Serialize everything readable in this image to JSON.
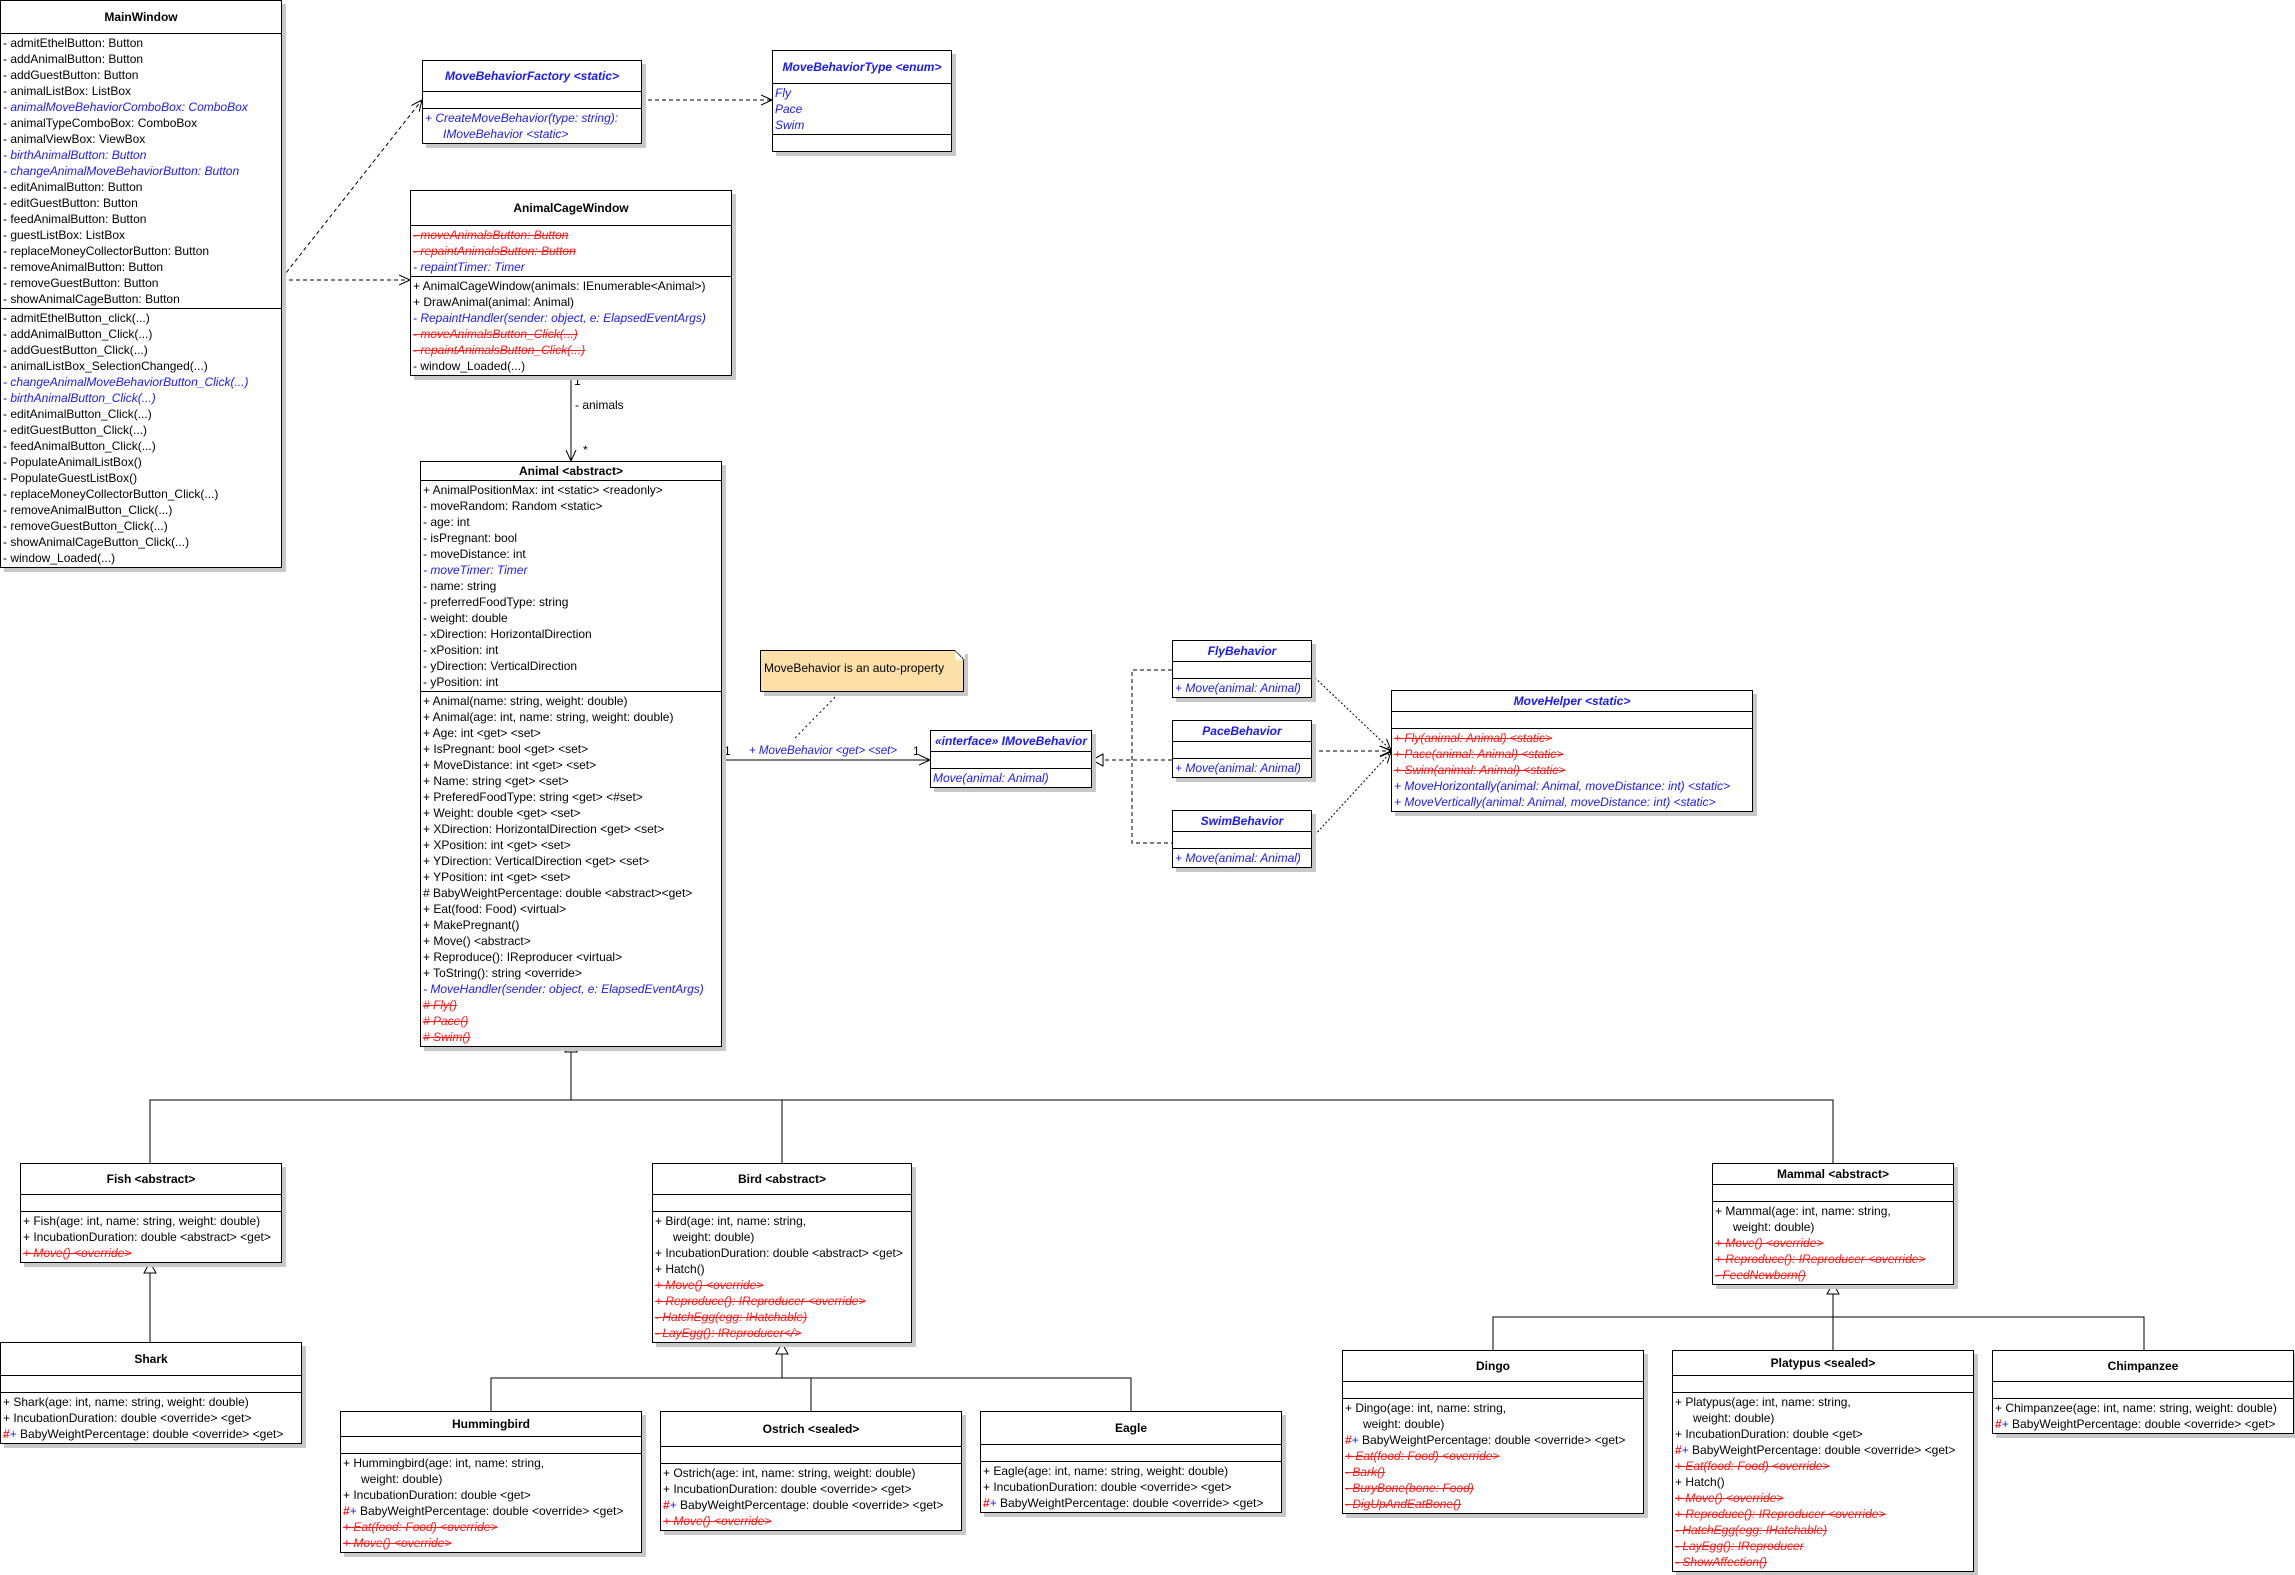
{
  "classes": {
    "main_window": {
      "title": "MainWindow",
      "fields": [
        {
          "t": "- admitEthelButton: Button",
          "s": "n"
        },
        {
          "t": "- addAnimalButton: Button",
          "s": "n"
        },
        {
          "t": "- addGuestButton: Button",
          "s": "n"
        },
        {
          "t": "- animalListBox: ListBox",
          "s": "n"
        },
        {
          "t": "- animalMoveBehaviorComboBox: ComboBox",
          "s": "b"
        },
        {
          "t": "- animalTypeComboBox: ComboBox",
          "s": "n"
        },
        {
          "t": "- animalViewBox: ViewBox",
          "s": "n"
        },
        {
          "t": "- birthAnimalButton: Button",
          "s": "b"
        },
        {
          "t": "- changeAnimalMoveBehaviorButton: Button",
          "s": "b"
        },
        {
          "t": "- editAnimalButton: Button",
          "s": "n"
        },
        {
          "t": "- editGuestButton: Button",
          "s": "n"
        },
        {
          "t": "- feedAnimalButton: Button",
          "s": "n"
        },
        {
          "t": "- guestListBox: ListBox",
          "s": "n"
        },
        {
          "t": "- replaceMoneyCollectorButton: Button",
          "s": "n"
        },
        {
          "t": "- removeAnimalButton: Button",
          "s": "n"
        },
        {
          "t": "- removeGuestButton: Button",
          "s": "n"
        },
        {
          "t": "- showAnimalCageButton: Button",
          "s": "n"
        }
      ],
      "methods": [
        {
          "t": "- admitEthelButton_click(...)",
          "s": "n"
        },
        {
          "t": "- addAnimalButton_Click(...)",
          "s": "n"
        },
        {
          "t": "- addGuestButton_Click(...)",
          "s": "n"
        },
        {
          "t": "- animalListBox_SelectionChanged(...)",
          "s": "n"
        },
        {
          "t": "- changeAnimalMoveBehaviorButton_Click(...)",
          "s": "b"
        },
        {
          "t": "- birthAnimalButton_Click(...)",
          "s": "b"
        },
        {
          "t": "- editAnimalButton_Click(...)",
          "s": "n"
        },
        {
          "t": "- editGuestButton_Click(...)",
          "s": "n"
        },
        {
          "t": "- feedAnimalButton_Click(...)",
          "s": "n"
        },
        {
          "t": "- PopulateAnimalListBox()",
          "s": "n"
        },
        {
          "t": "- PopulateGuestListBox()",
          "s": "n"
        },
        {
          "t": "- replaceMoneyCollectorButton_Click(...)",
          "s": "n"
        },
        {
          "t": "- removeAnimalButton_Click(...)",
          "s": "n"
        },
        {
          "t": "- removeGuestButton_Click(...)",
          "s": "n"
        },
        {
          "t": "- showAnimalCageButton_Click(...)",
          "s": "n"
        },
        {
          "t": "- window_Loaded(...)",
          "s": "n"
        }
      ]
    },
    "move_behavior_factory": {
      "title": "MoveBehaviorFactory <static>",
      "fields": [],
      "methods": [
        {
          "t": "+ CreateMoveBehavior(type: string):",
          "s": "b"
        },
        {
          "t": "IMoveBehavior <static>",
          "s": "b",
          "c": true
        }
      ]
    },
    "move_behavior_type": {
      "title": "MoveBehaviorType <enum>",
      "fields": [
        {
          "t": "Fly",
          "s": "b"
        },
        {
          "t": "Pace",
          "s": "b"
        },
        {
          "t": "Swim",
          "s": "b"
        }
      ],
      "methods": []
    },
    "animal_cage_window": {
      "title": "AnimalCageWindow",
      "fields": [
        {
          "t": "- moveAnimalsButton: Button",
          "s": "d"
        },
        {
          "t": "- repaintAnimalsButton: Button",
          "s": "d"
        },
        {
          "t": "- repaintTimer: Timer",
          "s": "b"
        }
      ],
      "methods": [
        {
          "t": "+ AnimalCageWindow(animals: IEnumerable<Animal>)",
          "s": "n"
        },
        {
          "t": "+ DrawAnimal(animal: Animal)",
          "s": "n"
        },
        {
          "t": "- RepaintHandler(sender: object, e: ElapsedEventArgs)",
          "s": "b"
        },
        {
          "t": "- moveAnimalsButton_Click(...)",
          "s": "d"
        },
        {
          "t": "- repaintAnimalsButton_Click(...)",
          "s": "d"
        },
        {
          "t": "- window_Loaded(...)",
          "s": "n"
        }
      ]
    },
    "animal": {
      "title": "Animal <abstract>",
      "fields": [
        {
          "t": "+ AnimalPositionMax: int <static> <readonly>",
          "s": "n"
        },
        {
          "t": "- moveRandom: Random <static>",
          "s": "n"
        },
        {
          "t": "- age: int",
          "s": "n"
        },
        {
          "t": "- isPregnant: bool",
          "s": "n"
        },
        {
          "t": "- moveDistance: int",
          "s": "n"
        },
        {
          "t": "- moveTimer: Timer",
          "s": "b"
        },
        {
          "t": "- name: string",
          "s": "n"
        },
        {
          "t": "- preferredFoodType: string",
          "s": "n"
        },
        {
          "t": "- weight: double",
          "s": "n"
        },
        {
          "t": "- xDirection: HorizontalDirection",
          "s": "n"
        },
        {
          "t": "- xPosition: int",
          "s": "n"
        },
        {
          "t": "- yDirection: VerticalDirection",
          "s": "n"
        },
        {
          "t": "- yPosition: int",
          "s": "n"
        }
      ],
      "methods": [
        {
          "t": "+ Animal(name: string, weight: double)",
          "s": "n"
        },
        {
          "t": "+ Animal(age: int, name: string, weight: double)",
          "s": "n"
        },
        {
          "t": "+ Age: int <get> <set>",
          "s": "n"
        },
        {
          "t": "+ IsPregnant: bool <get> <set>",
          "s": "n"
        },
        {
          "t": "+ MoveDistance: int <get> <set>",
          "s": "n"
        },
        {
          "t": "+ Name: string <get> <set>",
          "s": "n"
        },
        {
          "t": "+ PreferedFoodType: string <get> <#set>",
          "s": "n"
        },
        {
          "t": "+ Weight: double <get> <set>",
          "s": "n"
        },
        {
          "t": "+ XDirection: HorizontalDirection <get> <set>",
          "s": "n"
        },
        {
          "t": "+ XPosition: int <get> <set>",
          "s": "n"
        },
        {
          "t": "+ YDirection: VerticalDirection <get> <set>",
          "s": "n"
        },
        {
          "t": "+ YPosition: int <get> <set>",
          "s": "n"
        },
        {
          "t": "# BabyWeightPercentage: double <abstract><get>",
          "s": "n"
        },
        {
          "t": "+ Eat(food: Food) <virtual>",
          "s": "n"
        },
        {
          "t": "+ MakePregnant()",
          "s": "n"
        },
        {
          "t": "+ Move() <abstract>",
          "s": "n"
        },
        {
          "t": "+ Reproduce(): IReproducer <virtual>",
          "s": "n"
        },
        {
          "t": "+ ToString(): string <override>",
          "s": "n"
        },
        {
          "t": "- MoveHandler(sender: object, e: ElapsedEventArgs)",
          "s": "b"
        },
        {
          "t": "# Fly()",
          "s": "d"
        },
        {
          "t": "# Pace()",
          "s": "d"
        },
        {
          "t": "# Swim()",
          "s": "d"
        }
      ]
    },
    "imove_behavior": {
      "title": "«interface» IMoveBehavior",
      "fields": [],
      "methods": [
        {
          "t": "Move(animal: Animal)",
          "s": "b"
        }
      ]
    },
    "fly_behavior": {
      "title": "FlyBehavior",
      "fields": [],
      "methods": [
        {
          "t": "+ Move(animal: Animal)",
          "s": "b"
        }
      ]
    },
    "pace_behavior": {
      "title": "PaceBehavior",
      "fields": [],
      "methods": [
        {
          "t": "+ Move(animal: Animal)",
          "s": "b"
        }
      ]
    },
    "swim_behavior": {
      "title": "SwimBehavior",
      "fields": [],
      "methods": [
        {
          "t": "+ Move(animal: Animal)",
          "s": "b"
        }
      ]
    },
    "move_helper": {
      "title": "MoveHelper <static>",
      "fields": [],
      "methods": [
        {
          "t": "+ Fly(animal: Animal) <static>",
          "s": "d"
        },
        {
          "t": "+ Pace(animal: Animal) <static>",
          "s": "d"
        },
        {
          "t": "+ Swim(animal: Animal) <static>",
          "s": "d"
        },
        {
          "t": "+ MoveHorizontally(animal: Animal, moveDistance: int) <static>",
          "s": "b"
        },
        {
          "t": "+ MoveVertically(animal: Animal, moveDistance: int) <static>",
          "s": "b"
        }
      ]
    },
    "fish": {
      "title": "Fish <abstract>",
      "fields": [],
      "methods": [
        {
          "t": "+ Fish(age: int, name: string, weight: double)",
          "s": "n"
        },
        {
          "t": "+ IncubationDuration: double <abstract> <get>",
          "s": "n"
        },
        {
          "t": "+ Move() <override>",
          "s": "d"
        }
      ]
    },
    "shark": {
      "title": "Shark",
      "fields": [],
      "methods": [
        {
          "t": "+ Shark(age: int, name: string, weight: double)",
          "s": "n"
        },
        {
          "t": "+ IncubationDuration: double <override> <get>",
          "s": "n"
        },
        {
          "t": "BabyWeightPercentage: double <override> <get>",
          "s": "h"
        }
      ]
    },
    "bird": {
      "title": "Bird <abstract>",
      "fields": [],
      "methods": [
        {
          "t": "+ Bird(age: int, name: string,",
          "s": "n"
        },
        {
          "t": "weight: double)",
          "s": "n",
          "c": true
        },
        {
          "t": "+ IncubationDuration: double <abstract> <get>",
          "s": "n"
        },
        {
          "t": "+ Hatch()",
          "s": "n"
        },
        {
          "t": "+ Move() <override>",
          "s": "d"
        },
        {
          "t": "+ Reproduce(): IReproducer <override>",
          "s": "d"
        },
        {
          "t": "- HatchEgg(egg: IHatchable)",
          "s": "d"
        },
        {
          "t": "- LayEgg(): IReproducer</>",
          "s": "d"
        }
      ]
    },
    "hummingbird": {
      "title": "Hummingbird",
      "fields": [],
      "methods": [
        {
          "t": "+ Hummingbird(age: int, name: string,",
          "s": "n"
        },
        {
          "t": "weight: double)",
          "s": "n",
          "c": true
        },
        {
          "t": "+ IncubationDuration: double <get>",
          "s": "n"
        },
        {
          "t": "BabyWeightPercentage: double <override> <get>",
          "s": "h"
        },
        {
          "t": "+ Eat(food: Food) <override>",
          "s": "d"
        },
        {
          "t": "+ Move() <override>",
          "s": "d"
        }
      ]
    },
    "ostrich": {
      "title": "Ostrich <sealed>",
      "fields": [],
      "methods": [
        {
          "t": "+ Ostrich(age: int, name: string, weight: double)",
          "s": "n"
        },
        {
          "t": "+ IncubationDuration: double <override> <get>",
          "s": "n"
        },
        {
          "t": "BabyWeightPercentage: double <override> <get>",
          "s": "h"
        },
        {
          "t": "+ Move() <override>",
          "s": "d"
        }
      ]
    },
    "eagle": {
      "title": "Eagle",
      "fields": [],
      "methods": [
        {
          "t": "+ Eagle(age: int, name: string, weight: double)",
          "s": "n"
        },
        {
          "t": "+ IncubationDuration: double <override> <get>",
          "s": "n"
        },
        {
          "t": "BabyWeightPercentage: double <override> <get>",
          "s": "h"
        }
      ]
    },
    "mammal": {
      "title": "Mammal <abstract>",
      "fields": [],
      "methods": [
        {
          "t": "+ Mammal(age: int, name: string,",
          "s": "n"
        },
        {
          "t": "weight: double)",
          "s": "n",
          "c": true
        },
        {
          "t": "+ Move() <override>",
          "s": "d"
        },
        {
          "t": "+ Reproduce(): IReproducer <override>",
          "s": "d"
        },
        {
          "t": "- FeedNewborn()",
          "s": "d"
        }
      ]
    },
    "dingo": {
      "title": "Dingo",
      "fields": [],
      "methods": [
        {
          "t": "+ Dingo(age: int, name: string,",
          "s": "n"
        },
        {
          "t": "weight: double)",
          "s": "n",
          "c": true
        },
        {
          "t": "BabyWeightPercentage: double <override> <get>",
          "s": "h"
        },
        {
          "t": "+ Eat(food: Food) <override>",
          "s": "d"
        },
        {
          "t": "- Bark()",
          "s": "d"
        },
        {
          "t": "- BuryBone(bone: Food)",
          "s": "d"
        },
        {
          "t": "- DigUpAndEatBone()",
          "s": "d"
        }
      ]
    },
    "platypus": {
      "title": "Platypus <sealed>",
      "fields": [],
      "methods": [
        {
          "t": "+ Platypus(age: int, name: string,",
          "s": "n"
        },
        {
          "t": "weight: double)",
          "s": "n",
          "c": true
        },
        {
          "t": "+ IncubationDuration: double <get>",
          "s": "n"
        },
        {
          "t": "BabyWeightPercentage: double <override> <get>",
          "s": "h"
        },
        {
          "t": "+ Eat(food: Food) <override>",
          "s": "d"
        },
        {
          "t": "+ Hatch()",
          "s": "n"
        },
        {
          "t": "+ Move() <override>",
          "s": "d"
        },
        {
          "t": "+ Reproduce(): IReproducer <override>",
          "s": "d"
        },
        {
          "t": "- HatchEgg(egg: IHatchable)",
          "s": "d"
        },
        {
          "t": "- LayEgg(): IReproducer",
          "s": "d"
        },
        {
          "t": "- ShowAffection()",
          "s": "d"
        }
      ]
    },
    "chimpanzee": {
      "title": "Chimpanzee",
      "fields": [],
      "methods": [
        {
          "t": "+ Chimpanzee(age: int, name: string, weight: double)",
          "s": "n"
        },
        {
          "t": "BabyWeightPercentage: double <override> <get>",
          "s": "h"
        }
      ]
    }
  },
  "note": {
    "text": "MoveBehavior is an auto-property"
  },
  "associations": {
    "cage_mult_source": "1",
    "cage_role": "- animals",
    "cage_mult_target": "*",
    "move_mult_source": "1",
    "move_role": "+ MoveBehavior <get> <set>",
    "move_mult_target": "1"
  },
  "markers": {
    "hash": "#",
    "plus": "+"
  },
  "colors": {
    "blue": "#1a1aff",
    "red": "#ff1a1a",
    "note": "#fde0a8",
    "shadow": "#c8c8c8"
  }
}
